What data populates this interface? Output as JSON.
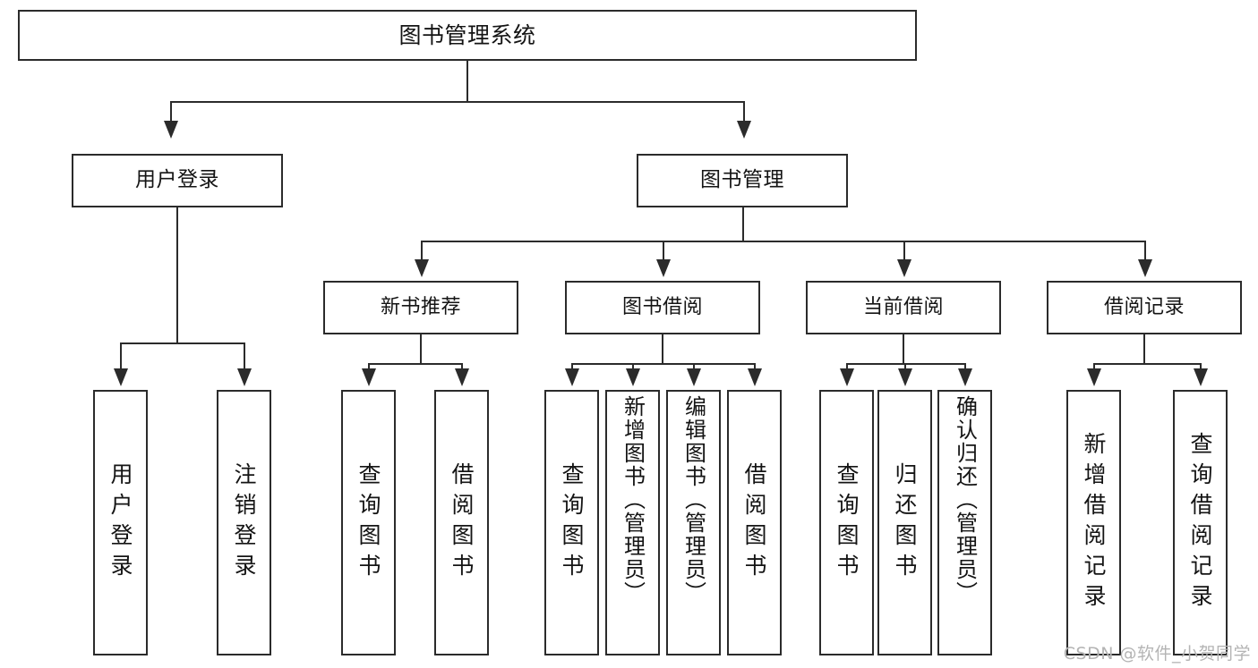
{
  "diagram": {
    "title": "图书管理系统",
    "type": "tree",
    "root": {
      "label": "图书管理系统"
    },
    "level2": [
      {
        "label": "用户登录"
      },
      {
        "label": "图书管理"
      }
    ],
    "level3": [
      {
        "label": "新书推荐"
      },
      {
        "label": "图书借阅"
      },
      {
        "label": "当前借阅"
      },
      {
        "label": "借阅记录"
      }
    ],
    "leaves": {
      "user_login": [
        {
          "label": "用户登录"
        },
        {
          "label": "注销登录"
        }
      ],
      "new_book_recommend": [
        {
          "label": "查询图书"
        },
        {
          "label": "借阅图书"
        }
      ],
      "book_borrow": [
        {
          "label": "查询图书"
        },
        {
          "label": "新增图书（管理员）"
        },
        {
          "label": "编辑图书（管理员）"
        },
        {
          "label": "借阅图书"
        }
      ],
      "current_borrow": [
        {
          "label": "查询图书"
        },
        {
          "label": "归还图书"
        },
        {
          "label": "确认归还（管理员）"
        }
      ],
      "borrow_records": [
        {
          "label": "新增借阅记录"
        },
        {
          "label": "查询借阅记录"
        }
      ]
    }
  },
  "watermark": {
    "text": "CSDN @软件_小贺同学"
  },
  "colors": {
    "border": "#2b2b2b",
    "text": "#141414",
    "background": "#ffffff",
    "watermark": "#b4b4b4"
  }
}
